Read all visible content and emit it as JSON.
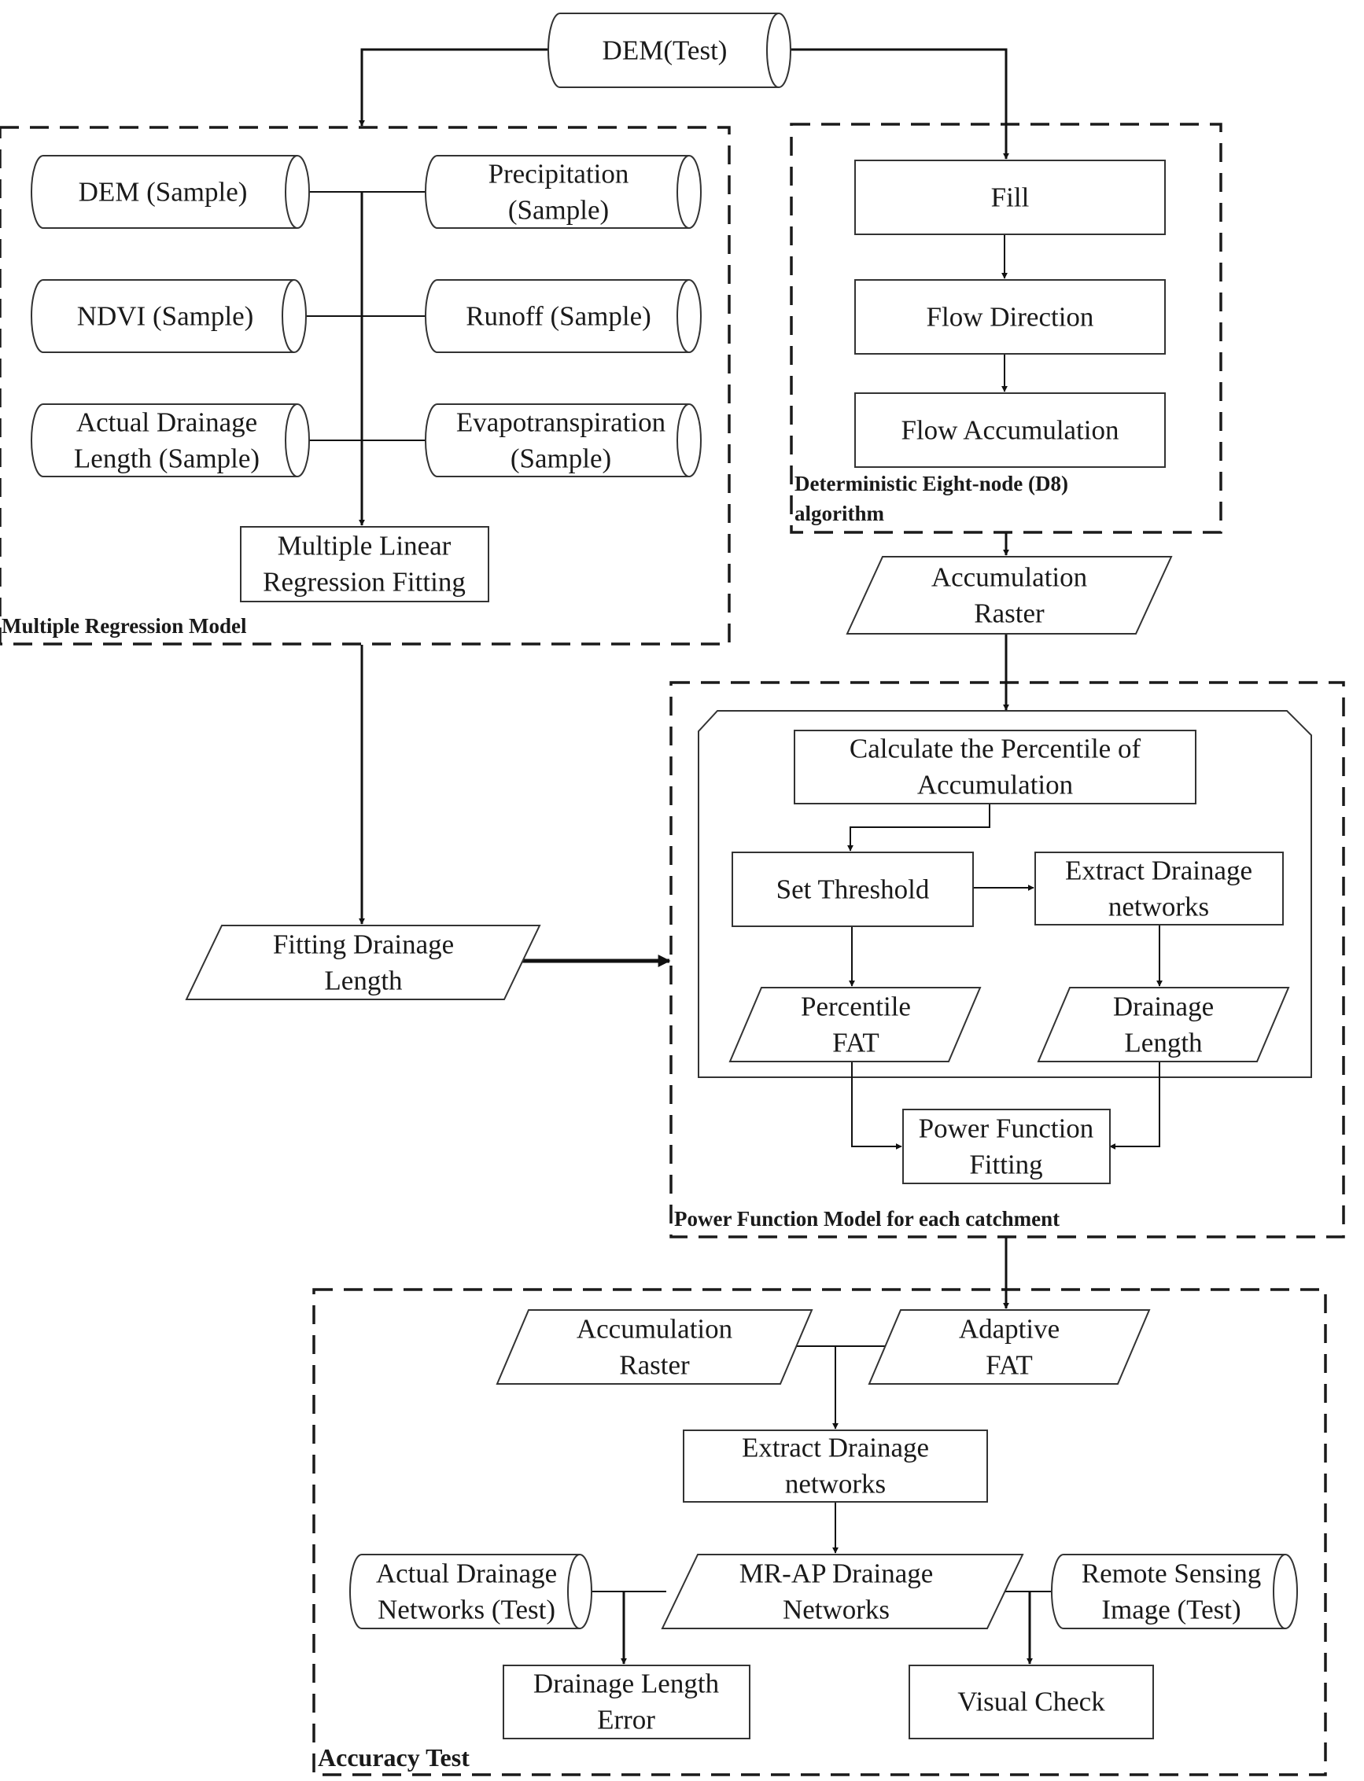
{
  "groups": {
    "multiple_regression": "Multiple Regression Model",
    "d8": [
      "Deterministic Eight-node (D8)",
      "algorithm"
    ],
    "power_function": "Power Function Model for each catchment",
    "accuracy": "Accuracy Test"
  },
  "nodes": {
    "dem_test": [
      "DEM(Test)"
    ],
    "dem_sample": [
      "DEM (Sample)"
    ],
    "precipitation_sample": [
      "Precipitation",
      "(Sample)"
    ],
    "ndvi_sample": [
      "NDVI (Sample)"
    ],
    "runoff_sample": [
      "Runoff (Sample)"
    ],
    "actual_drainage_length_sample": [
      "Actual Drainage",
      "Length (Sample)"
    ],
    "evapotranspiration_sample": [
      "Evapotranspiration",
      "(Sample)"
    ],
    "mlr_fitting": [
      "Multiple Linear",
      "Regression Fitting"
    ],
    "fill": [
      "Fill"
    ],
    "flow_direction": [
      "Flow Direction"
    ],
    "flow_accumulation": [
      "Flow Accumulation"
    ],
    "accumulation_raster": [
      "Accumulation",
      "Raster"
    ],
    "calc_percentile": [
      "Calculate the  Percentile of",
      "Accumulation"
    ],
    "set_threshold": [
      "Set Threshold"
    ],
    "extract_networks_1": [
      "Extract Drainage",
      "networks"
    ],
    "percentile_fat": [
      "Percentile",
      "FAT"
    ],
    "drainage_length": [
      "Drainage",
      "Length"
    ],
    "power_fitting": [
      "Power Function",
      "Fitting"
    ],
    "fitting_drainage_length": [
      "Fitting Drainage",
      "Length"
    ],
    "accumulation_raster_2": [
      "Accumulation",
      "Raster"
    ],
    "adaptive_fat": [
      "Adaptive",
      "FAT"
    ],
    "extract_networks_2": [
      "Extract Drainage",
      "networks"
    ],
    "actual_networks_test": [
      "Actual Drainage",
      "Networks (Test)"
    ],
    "mrap_networks": [
      "MR-AP Drainage",
      "Networks"
    ],
    "remote_sensing_test": [
      "Remote Sensing",
      "Image (Test)"
    ],
    "drainage_length_error": [
      "Drainage Length",
      "Error"
    ],
    "visual_check": [
      "Visual Check"
    ]
  }
}
